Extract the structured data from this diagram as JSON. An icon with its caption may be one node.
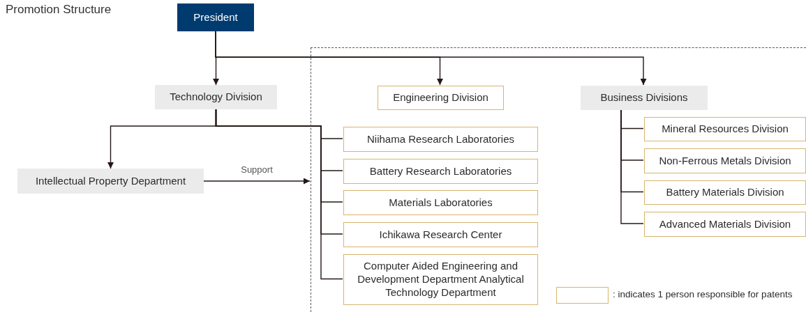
{
  "diagram": {
    "title": "Promotion Structure",
    "nodes": [
      {
        "text": [
          "President"
        ]
      },
      {
        "text": [
          "Technology Division"
        ]
      },
      {
        "text": [
          "Engineering Division"
        ],
        "in": 5
      },
      {
        "text": [
          "Business Divisions"
        ],
        "in": 5
      },
      {
        "text": [
          "Intellectual Property Department"
        ]
      },
      {
        "text": [],
        "shape": "box"
      },
      {
        "text": [
          "Niihama Research Laboratories"
        ],
        "in": 5
      },
      {
        "text": [
          "Battery Research Laboratories"
        ],
        "in": 5
      },
      {
        "text": [
          "Materials Laboratories"
        ],
        "in": 5
      },
      {
        "text": [
          "Ichikawa Research Center"
        ],
        "in": 5
      },
      {
        "text": [
          "Computer Aided Engineering and Development Department Analytical Technology Department"
        ],
        "in": 5
      },
      {
        "text": [
          "Mineral Resources Division"
        ],
        "in": 5
      },
      {
        "text": [
          "Non-Ferrous Metals Division"
        ],
        "in": 5
      },
      {
        "text": [
          "Battery Materials Division"
        ],
        "in": 5
      },
      {
        "text": [
          "Advanced Materials Division"
        ],
        "in": 5
      }
    ],
    "edges": [
      {
        "from": 0,
        "to": 1,
        "arrow": "to"
      },
      {
        "from": 0,
        "to": 2,
        "arrow": "to"
      },
      {
        "from": 0,
        "to": 3,
        "arrow": "to"
      },
      {
        "from": 1,
        "to": 4,
        "arrow": "to"
      },
      {
        "from": 4,
        "to": 5,
        "arrow": "to",
        "label": "Support"
      },
      {
        "from": 1,
        "to": 6,
        "arrow": "none"
      },
      {
        "from": 1,
        "to": 7,
        "arrow": "none"
      },
      {
        "from": 1,
        "to": 8,
        "arrow": "none"
      },
      {
        "from": 1,
        "to": 9,
        "arrow": "none"
      },
      {
        "from": 1,
        "to": 10,
        "arrow": "none"
      },
      {
        "from": 3,
        "to": 11,
        "arrow": "none"
      },
      {
        "from": 3,
        "to": 12,
        "arrow": "none"
      },
      {
        "from": 3,
        "to": 13,
        "arrow": "none"
      },
      {
        "from": 3,
        "to": 14,
        "arrow": "none"
      }
    ],
    "legend": [
      {
        "text": ": indicates 1 person responsible for patents"
      }
    ]
  }
}
